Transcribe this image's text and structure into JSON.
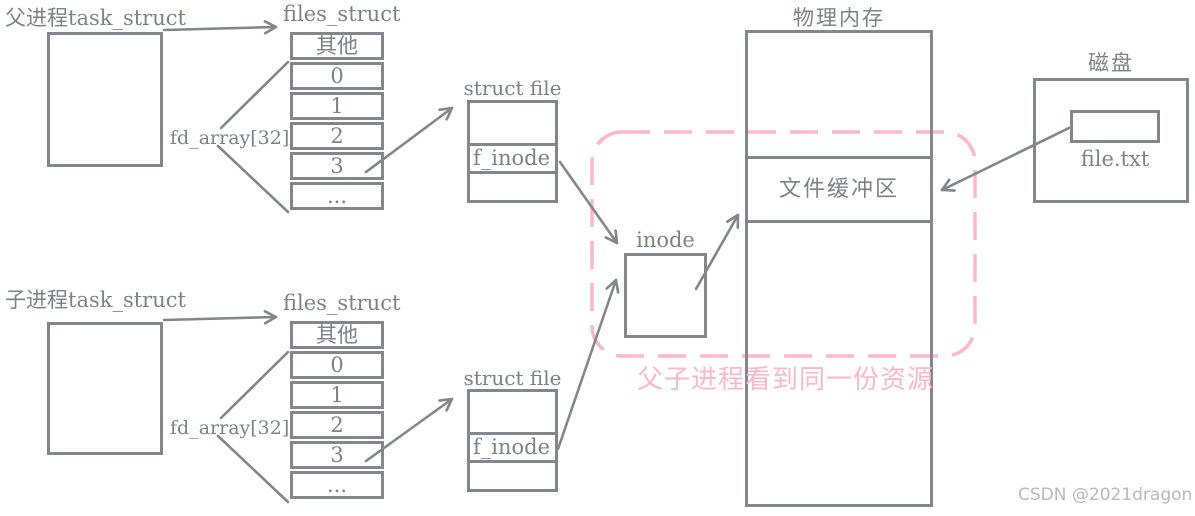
{
  "diagram": {
    "parent": {
      "title": "父进程task_struct",
      "files_struct_title": "files_struct",
      "fd_array_label": "fd_array[32]",
      "fd_rows": [
        "其他",
        "0",
        "1",
        "2",
        "3",
        "..."
      ],
      "struct_file_title": "struct file",
      "f_inode_label": "f_inode"
    },
    "child": {
      "title": "子进程task_struct",
      "files_struct_title": "files_struct",
      "fd_array_label": "fd_array[32]",
      "fd_rows": [
        "其他",
        "0",
        "1",
        "2",
        "3",
        "..."
      ],
      "struct_file_title": "struct file",
      "f_inode_label": "f_inode"
    },
    "inode_label": "inode",
    "memory": {
      "title": "物理内存",
      "buffer_label": "文件缓冲区"
    },
    "disk": {
      "title": "磁盘",
      "file_label": "file.txt"
    },
    "shared_note": "父子进程看到同一份资源",
    "watermark": "CSDN @2021dragon",
    "colors": {
      "line_gray": "#83878d",
      "text_gray": "#7d828a",
      "pink": "#ffb6c8",
      "watermark_gray": "#b9b9b9"
    }
  }
}
